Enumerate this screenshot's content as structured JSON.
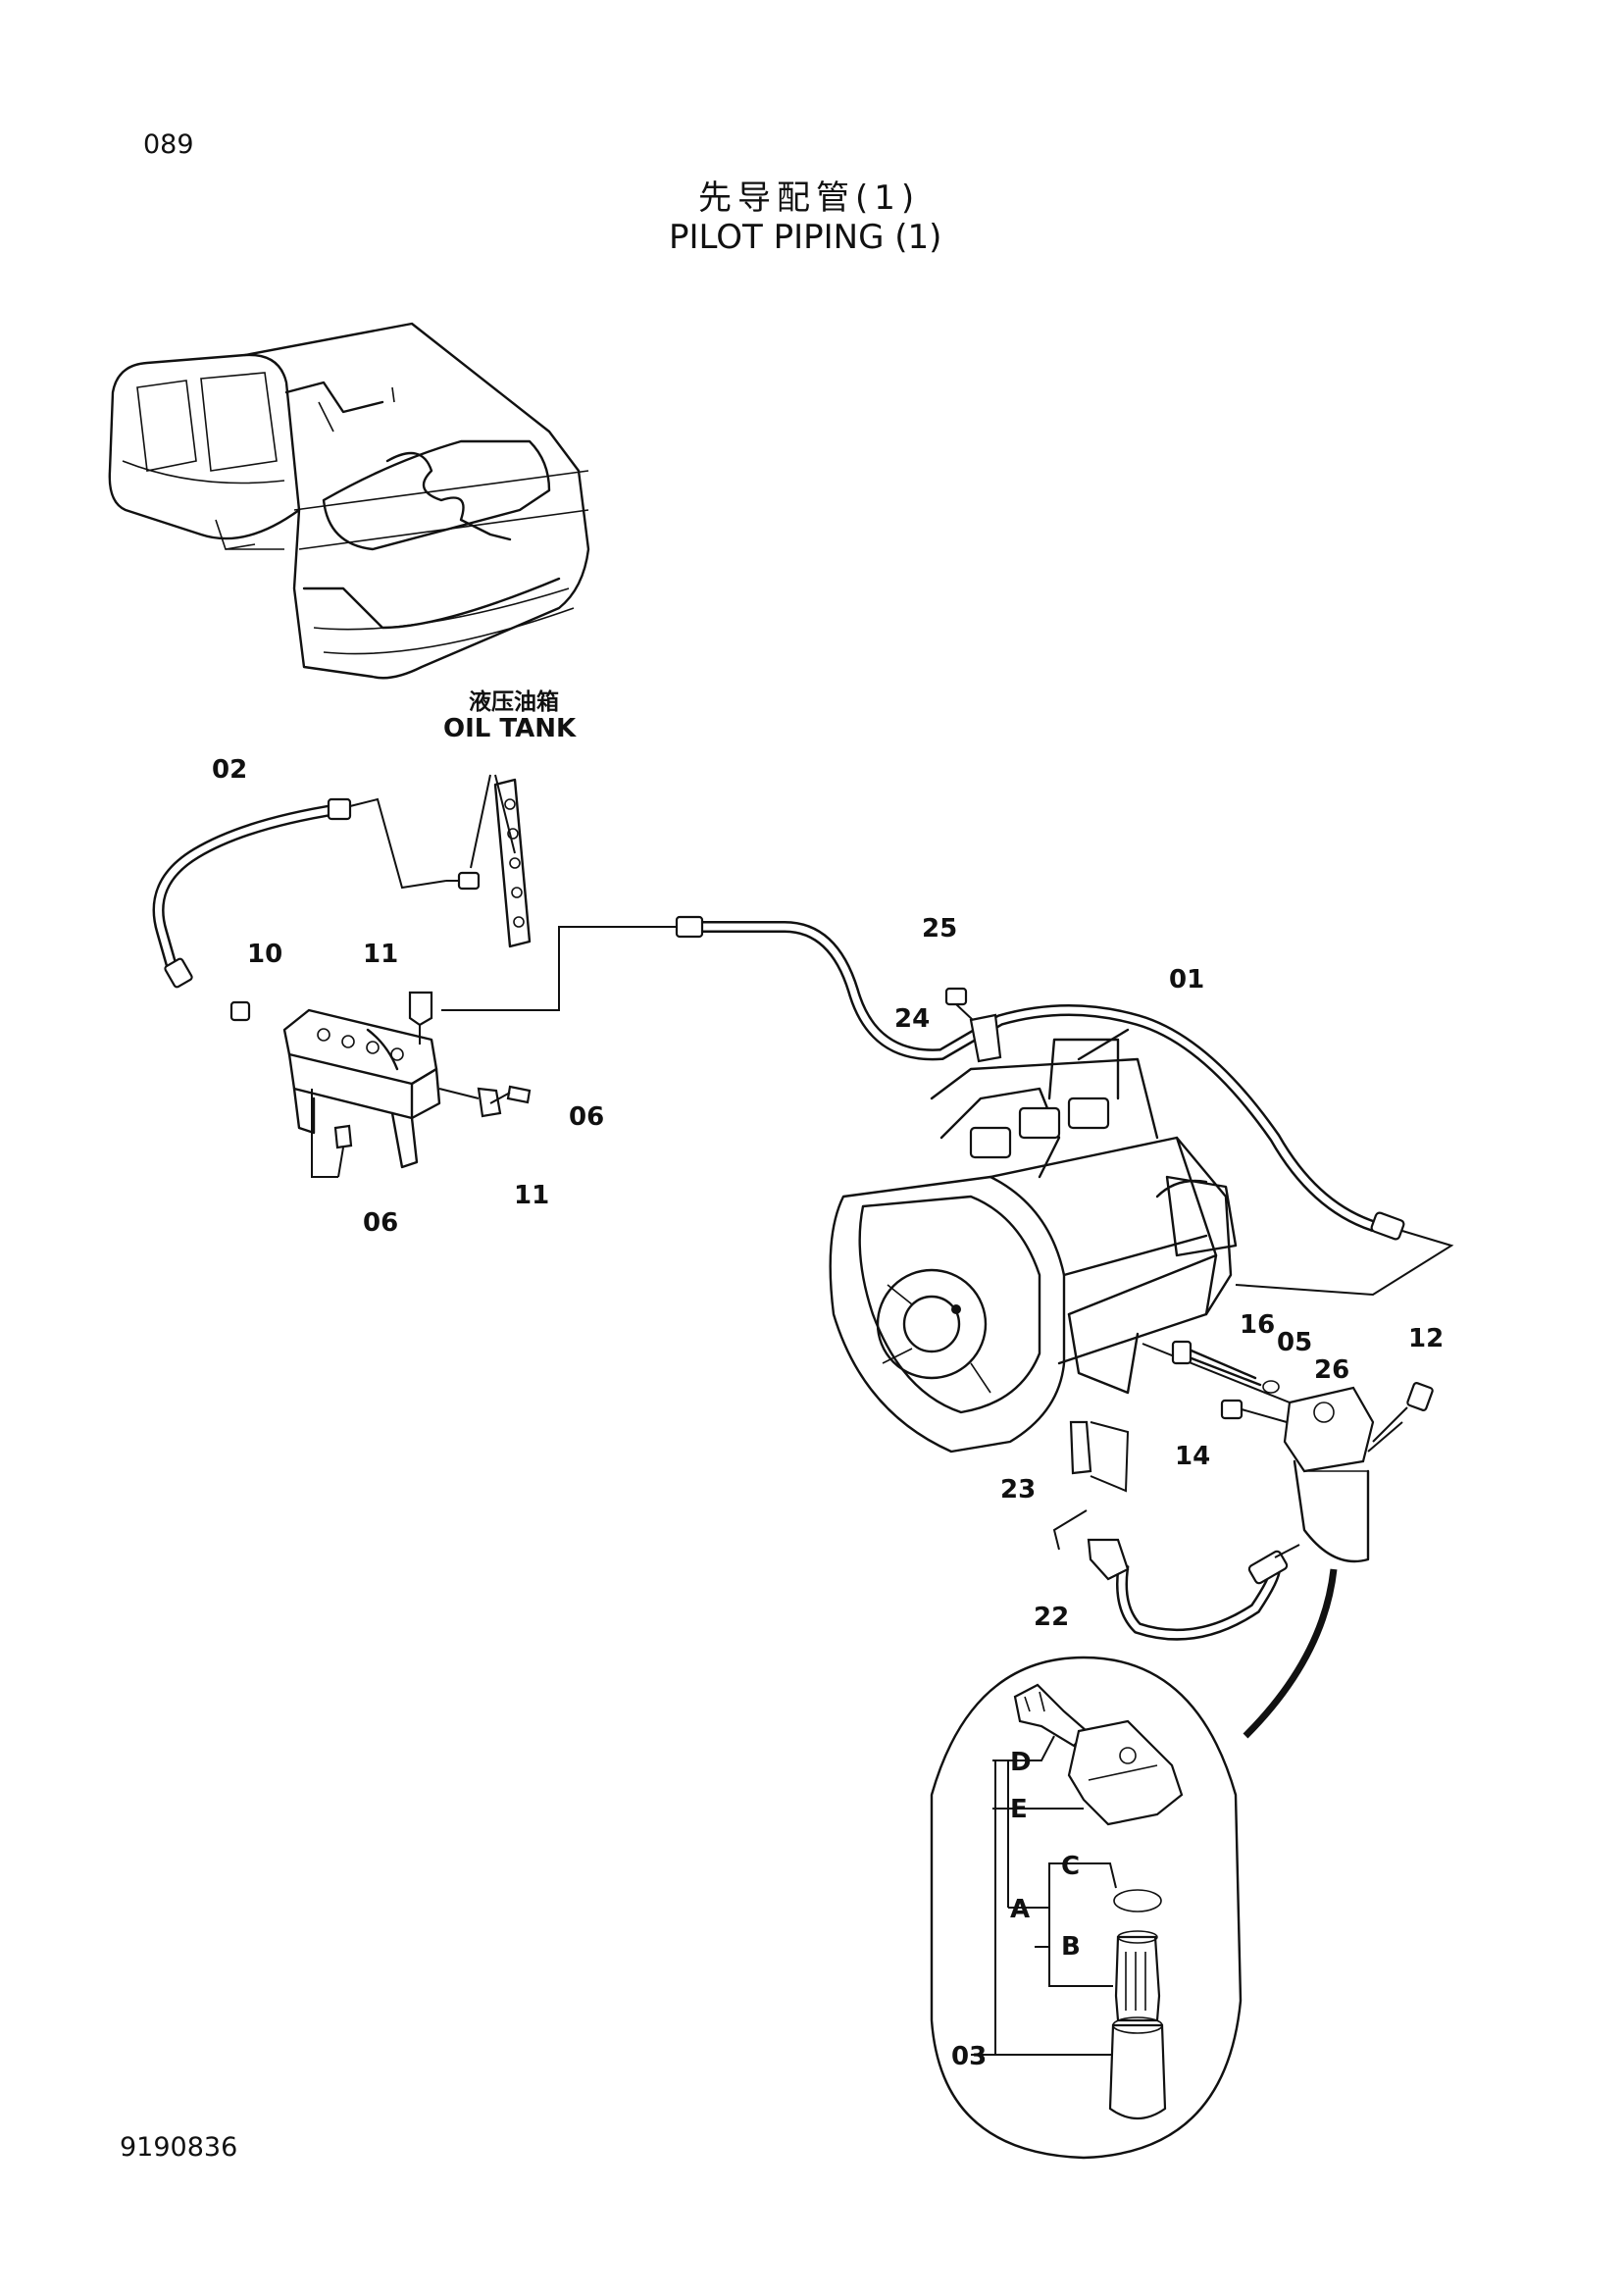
{
  "header": {
    "page_number": "089",
    "title_cn": "先导配管(1)",
    "title_en": "PILOT PIPING (1)"
  },
  "footer": {
    "doc_number": "9190836"
  },
  "oil_tank": {
    "label_cn": "液压油箱",
    "label_en": "OIL TANK"
  },
  "callouts": {
    "p01": "01",
    "p02": "02",
    "p03": "03",
    "p05": "05",
    "p06a": "06",
    "p06b": "06",
    "p10": "10",
    "p11a": "11",
    "p11b": "11",
    "p12": "12",
    "p14": "14",
    "p16": "16",
    "p22": "22",
    "p23": "23",
    "p24": "24",
    "p25": "25",
    "p26": "26"
  },
  "detail_letters": {
    "A": "A",
    "B": "B",
    "C": "C",
    "D": "D",
    "E": "E"
  }
}
